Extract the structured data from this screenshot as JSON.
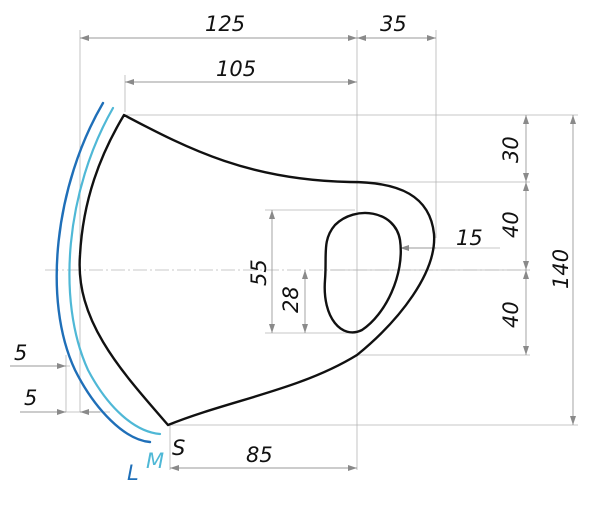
{
  "dimensions": {
    "top_total_width": "125",
    "top_ear_width": "35",
    "inner_width": "105",
    "upper_height": "30",
    "hole_offset": "15",
    "middle_upper": "40",
    "middle_lower": "40",
    "total_height": "140",
    "hole_height": "55",
    "hole_lower": "28",
    "left_offset_1": "5",
    "left_offset_2": "5",
    "bottom_width": "85"
  },
  "size_labels": {
    "small": "S",
    "medium": "M",
    "large": "L"
  },
  "colors": {
    "outline": "#111111",
    "size_medium": "#4fb8d6",
    "size_large": "#1f6fb8",
    "dimension": "#9a9a9a"
  }
}
